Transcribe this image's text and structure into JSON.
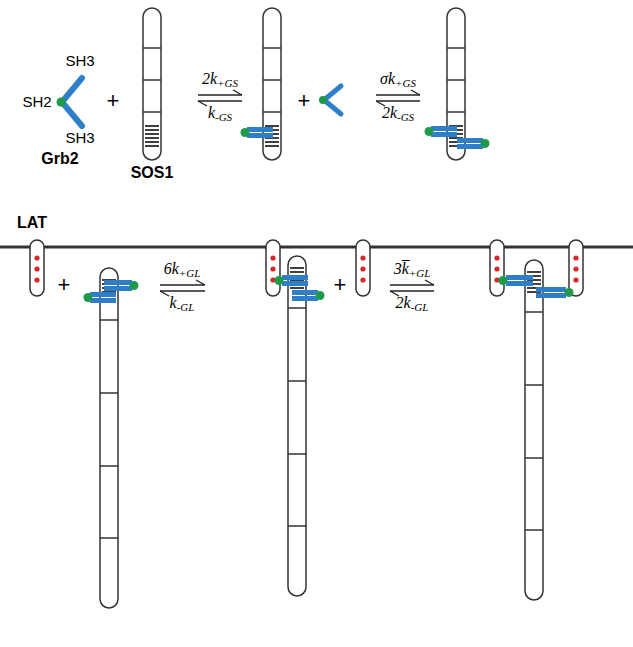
{
  "diagram": {
    "labels": [
      "SH3",
      "SH2",
      "SH3",
      "Grb2",
      "+",
      "SOS1",
      "2k+GS",
      "k-GS",
      "+",
      "σk+GS",
      "2k-GS",
      "LAT",
      "+",
      "6k+GL",
      "k-GL",
      "+",
      "3k̅+GL",
      "2k-GL"
    ]
  }
}
